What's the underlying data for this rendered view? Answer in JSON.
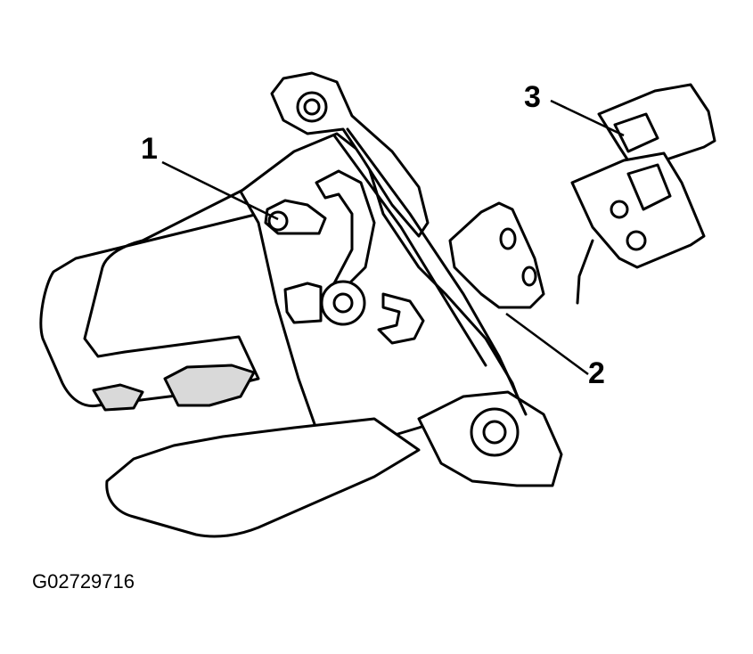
{
  "callouts": {
    "item1": "1",
    "item2": "2",
    "item3": "3"
  },
  "figure_id": "G02729716",
  "colors": {
    "line": "#000000",
    "fill": "#ffffff",
    "shade": "#d9d9d9"
  }
}
